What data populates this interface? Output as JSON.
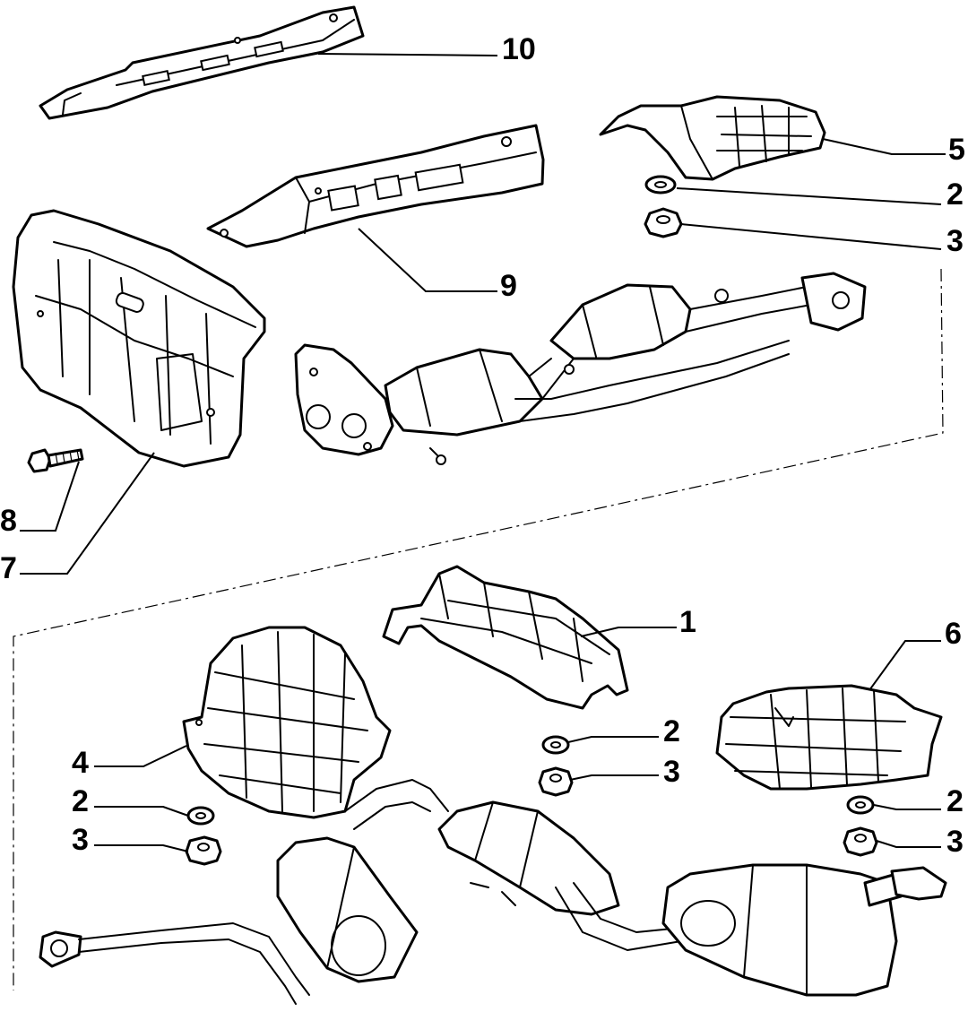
{
  "callouts": {
    "c10": "10",
    "c9": "9",
    "c5": "5",
    "c2a": "2",
    "c3a": "3",
    "c8": "8",
    "c7": "7",
    "c1": "1",
    "c6": "6",
    "c4": "4",
    "c2b": "2",
    "c3b": "3",
    "c2c": "2",
    "c3c": "3",
    "c2d": "2",
    "c3d": "3"
  }
}
